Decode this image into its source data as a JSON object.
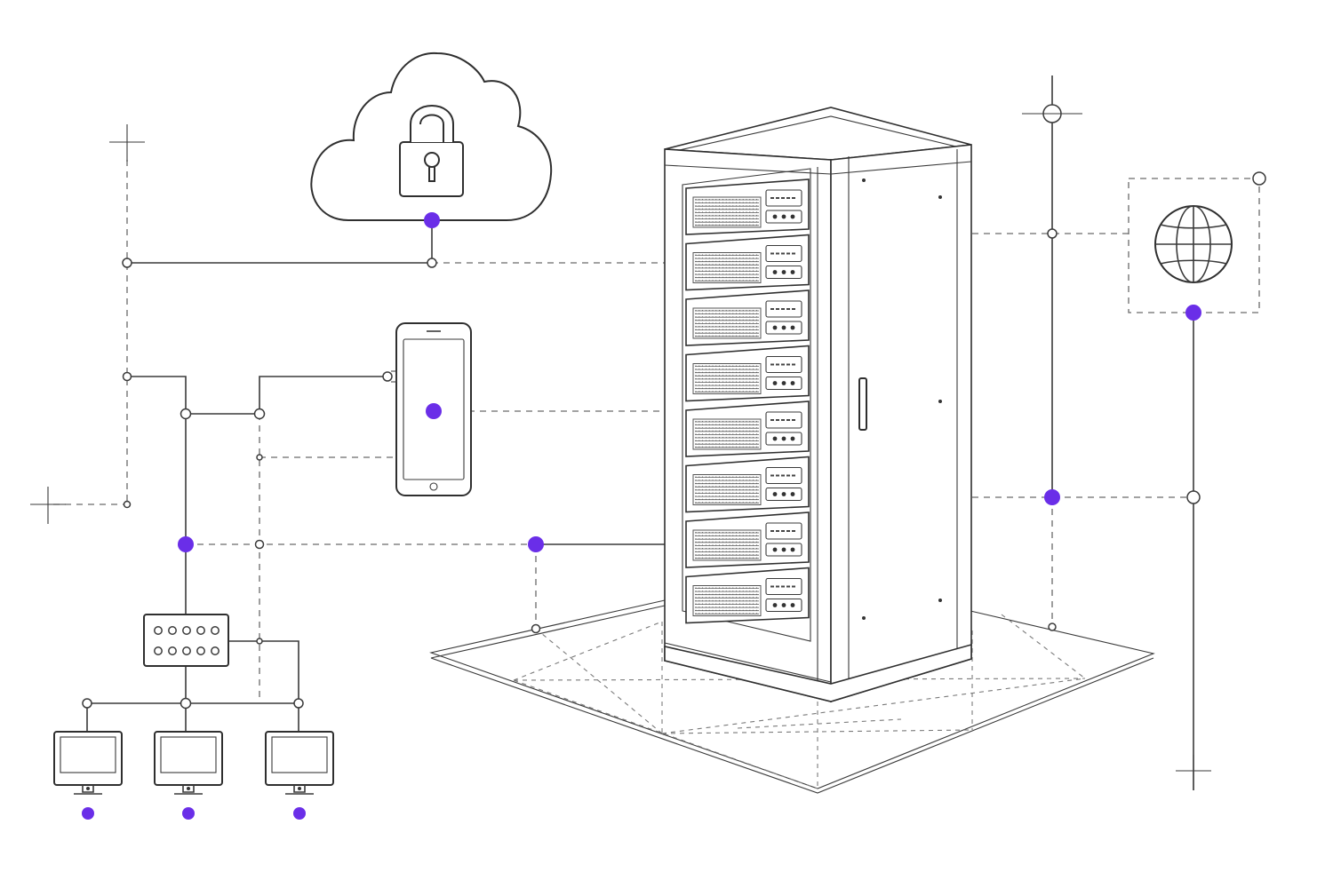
{
  "diagram": {
    "type": "network-infrastructure-illustration",
    "accent_color": "#6a2ee8",
    "line_color": "#3a3a3a",
    "background": "#ffffff",
    "icons": [
      "cloud-lock-icon",
      "smartphone-icon",
      "server-rack-icon",
      "globe-icon",
      "network-switch-icon",
      "monitor-icon",
      "crosshair-icon"
    ],
    "server_rack": {
      "server_units": 8
    },
    "switch": {
      "ports": 10
    },
    "workstations": {
      "count": 3
    },
    "text_labels": []
  }
}
